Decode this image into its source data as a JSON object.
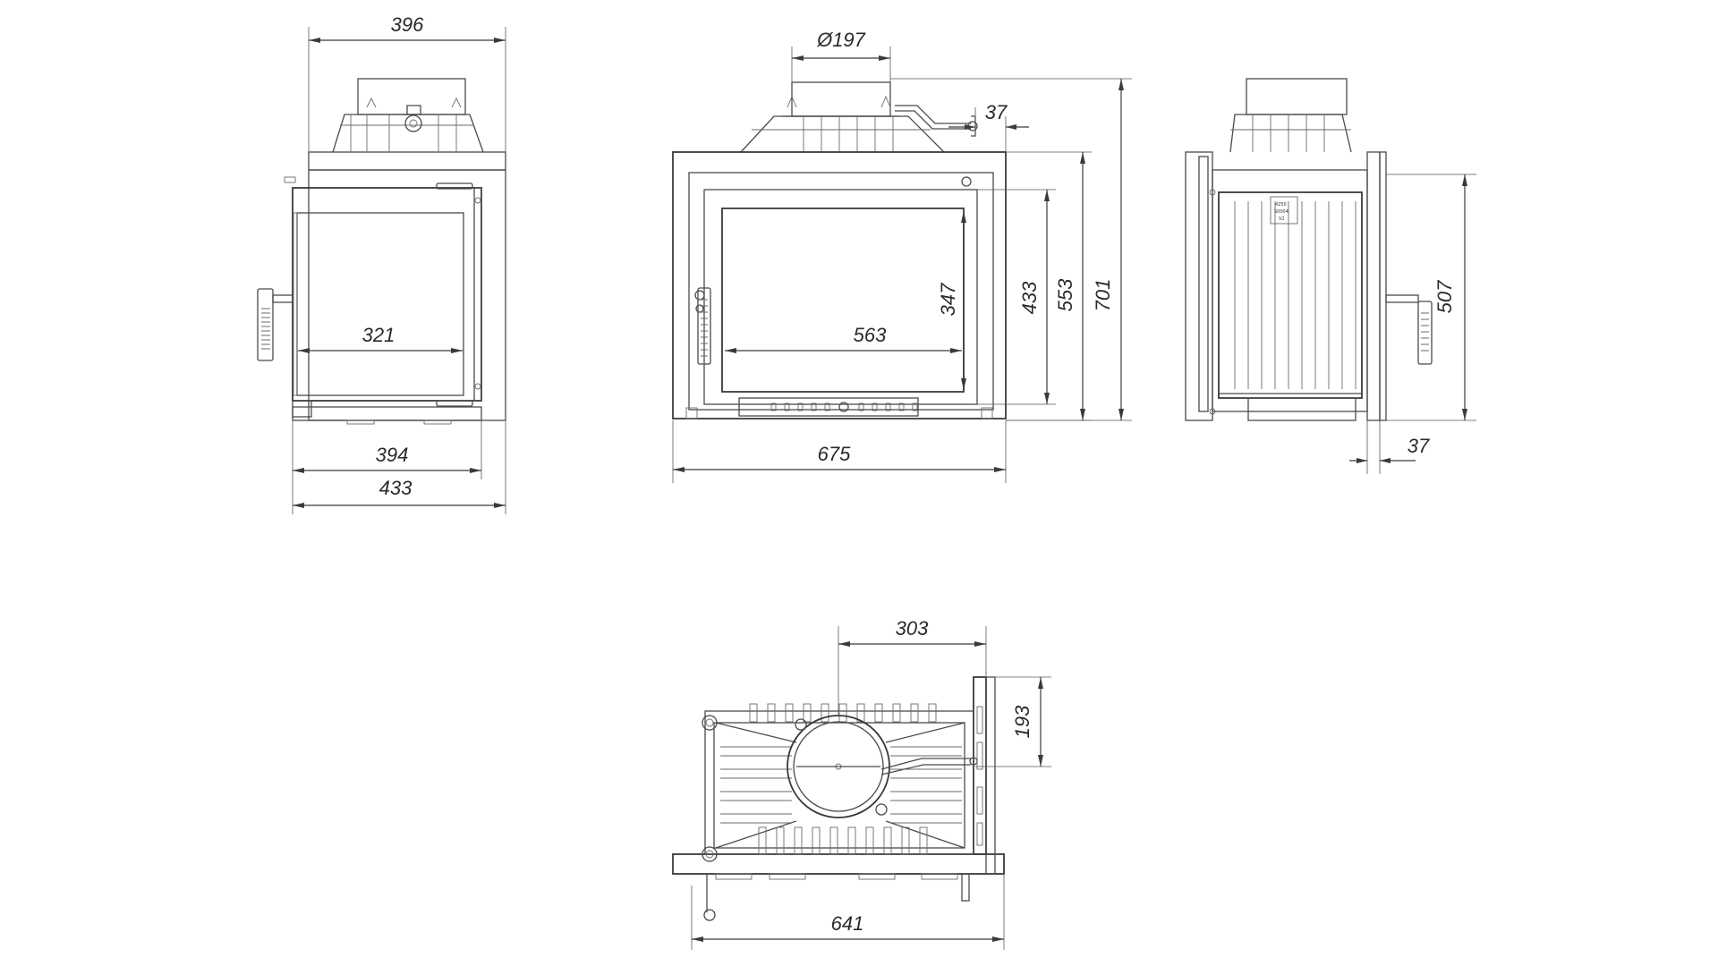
{
  "dimensions": {
    "front_left": {
      "top_width": "396",
      "glass_width": "321",
      "door_width": "394",
      "overall_width": "433"
    },
    "front_center": {
      "flue_diameter": "Ø197",
      "flue_offset": "37",
      "glass_width": "563",
      "overall_width": "675",
      "glass_height": "347",
      "door_height": "433",
      "frame_height": "553",
      "overall_height": "701"
    },
    "side": {
      "height": "507",
      "frame_depth": "37"
    },
    "top": {
      "flue_offset_x": "303",
      "flue_offset_y": "193",
      "depth": "641"
    }
  },
  "plate_text": [
    "4250",
    "S0004",
    "V2"
  ]
}
